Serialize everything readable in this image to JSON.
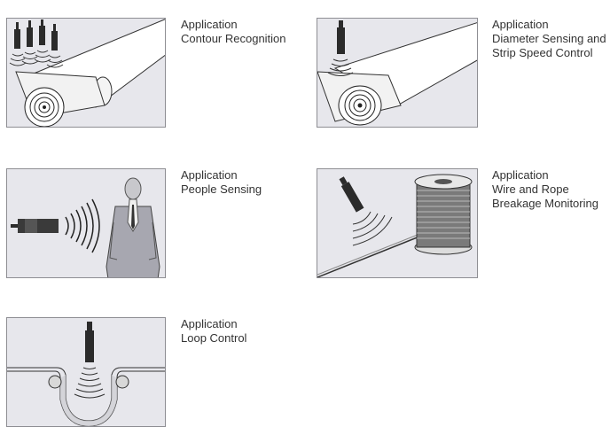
{
  "applications": [
    {
      "heading": "Application",
      "name_lines": [
        "Contour Recognition"
      ]
    },
    {
      "heading": "Application",
      "name_lines": [
        "Diameter Sensing and",
        "Strip Speed Control"
      ]
    },
    {
      "heading": "Application",
      "name_lines": [
        "People Sensing"
      ]
    },
    {
      "heading": "Application",
      "name_lines": [
        "Wire and Rope",
        "Breakage Monitoring"
      ]
    },
    {
      "heading": "Application",
      "name_lines": [
        "Loop Control"
      ]
    }
  ]
}
